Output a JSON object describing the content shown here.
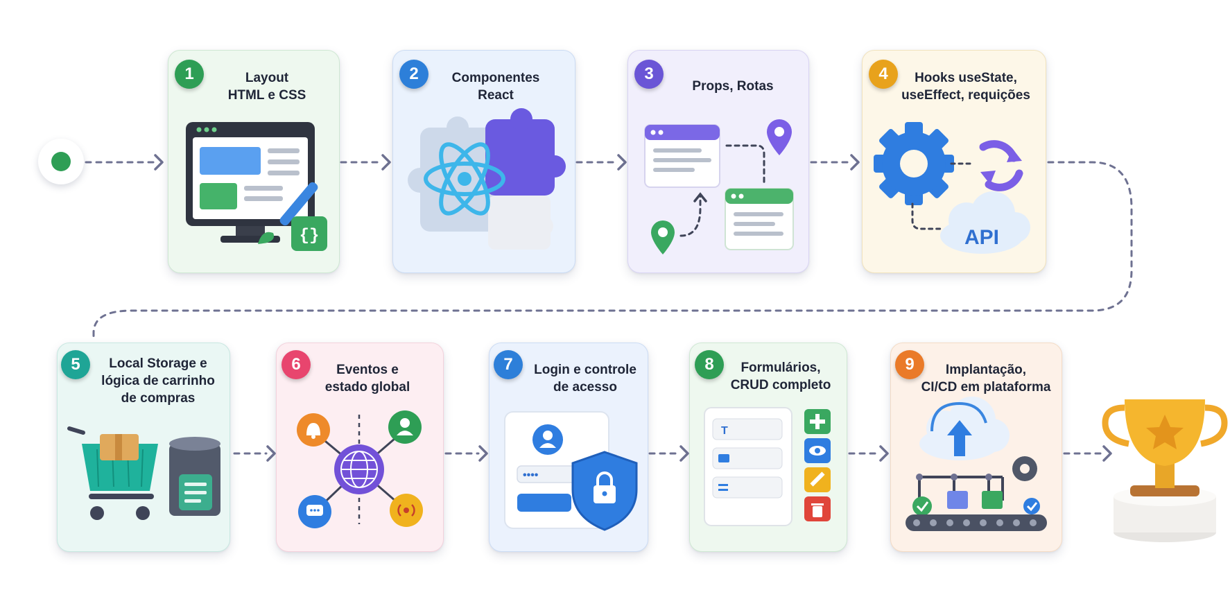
{
  "steps": [
    {
      "number": "1",
      "title_lines": [
        "Layout",
        "HTML e CSS"
      ],
      "color": "#2e9e55"
    },
    {
      "number": "2",
      "title_lines": [
        "Componentes",
        "React"
      ],
      "color": "#2d7fd9"
    },
    {
      "number": "3",
      "title_lines": [
        "Props, Rotas"
      ],
      "color": "#6a55d6"
    },
    {
      "number": "4",
      "title_lines": [
        "Hooks useState,",
        "useEffect, requições"
      ],
      "color": "#e8a21c"
    },
    {
      "number": "5",
      "title_lines": [
        "Local Storage e",
        "lógica de carrinho",
        "de compras"
      ],
      "color": "#1fa596"
    },
    {
      "number": "6",
      "title_lines": [
        "Eventos e",
        "estado global"
      ],
      "color": "#e8456e"
    },
    {
      "number": "7",
      "title_lines": [
        "Login e controle",
        "de acesso"
      ],
      "color": "#2d7fd9"
    },
    {
      "number": "8",
      "title_lines": [
        "Formulários,",
        "CRUD completo"
      ],
      "color": "#2e9e55"
    },
    {
      "number": "9",
      "title_lines": [
        "Implantação,",
        "CI/CD em plataforma"
      ],
      "color": "#ea7a28"
    }
  ],
  "illustrations": {
    "api_label": "API",
    "code_braces": "{}",
    "password_mask": "••••",
    "text_field_icon": "T"
  },
  "icons": [
    "start-dot-icon",
    "monitor-icon",
    "paintbrush-icon",
    "code-braces-icon",
    "puzzle-icon",
    "react-atom-icon",
    "browser-window-icon",
    "map-pin-icon",
    "gear-icon",
    "refresh-icon",
    "cloud-icon",
    "shopping-cart-icon",
    "database-icon",
    "globe-icon",
    "bell-icon",
    "user-icon",
    "chat-icon",
    "broadcast-icon",
    "shield-lock-icon",
    "plus-icon",
    "eye-icon",
    "pencil-icon",
    "trash-icon",
    "upload-icon",
    "conveyor-icon",
    "trophy-icon"
  ]
}
